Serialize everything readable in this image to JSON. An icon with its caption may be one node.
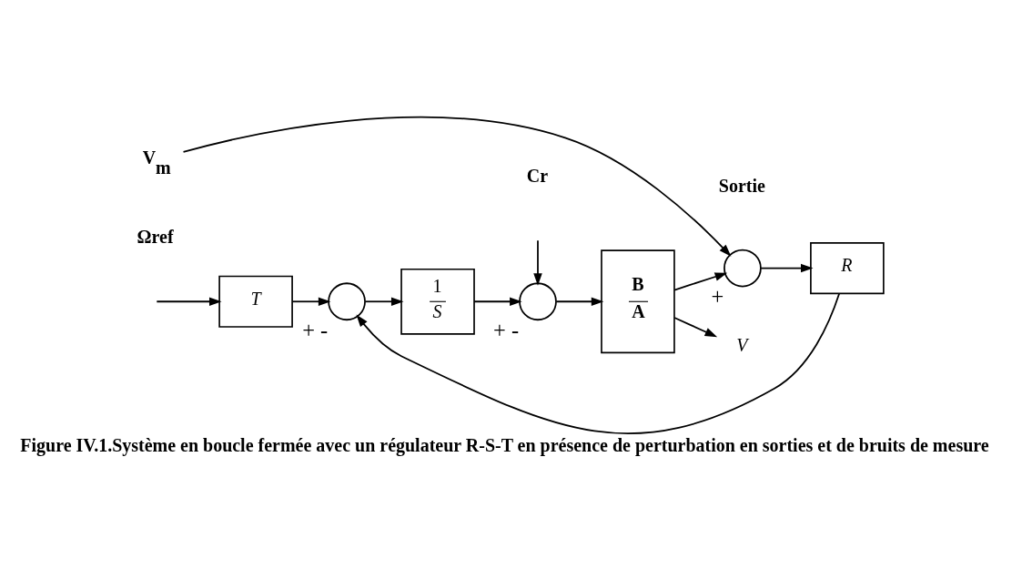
{
  "diagram": {
    "caption": "Figure IV.1.Système en boucle fermée avec un régulateur R-S-T en présence de perturbation en sorties et de bruits de mesure",
    "nodes": [
      {
        "text": [
          "T"
        ]
      },
      {
        "text": [],
        "shape": "circle",
        "beside": [
          "+",
          "-"
        ]
      },
      {
        "text": [
          "1",
          "S"
        ]
      },
      {
        "text": [],
        "shape": "circle",
        "beside": [
          "+",
          "-"
        ]
      },
      {
        "text": [
          "B",
          "A"
        ]
      },
      {
        "text": [],
        "shape": "circle",
        "beside": [
          "+"
        ]
      },
      {
        "text": [
          "R"
        ]
      },
      {
        "text": [
          "V"
        ]
      },
      {
        "text": [
          "V$_{m}$"
        ]
      }
    ],
    "edges": [
      {
        "from": null,
        "to": 0,
        "arrow": "to"
      },
      {
        "from": 0,
        "to": 1,
        "arrow": "to"
      },
      {
        "from": 1,
        "to": 2,
        "arrow": "to"
      },
      {
        "from": 2,
        "to": 3,
        "arrow": "to"
      },
      {
        "from": null,
        "to": 3,
        "arrow": "to"
      },
      {
        "from": 3,
        "to": 4,
        "arrow": "to"
      },
      {
        "from": 4,
        "to": 7,
        "arrow": "to"
      },
      {
        "from": 4,
        "to": 5,
        "arrow": "to"
      },
      {
        "from": 8,
        "to": 5,
        "arrow": "to"
      },
      {
        "from": 5,
        "to": 6,
        "arrow": "to"
      },
      {
        "from": 6,
        "to": 1,
        "arrow": "to"
      }
    ],
    "labels": [
      "Ωref",
      "Cr",
      "Sortie"
    ]
  }
}
